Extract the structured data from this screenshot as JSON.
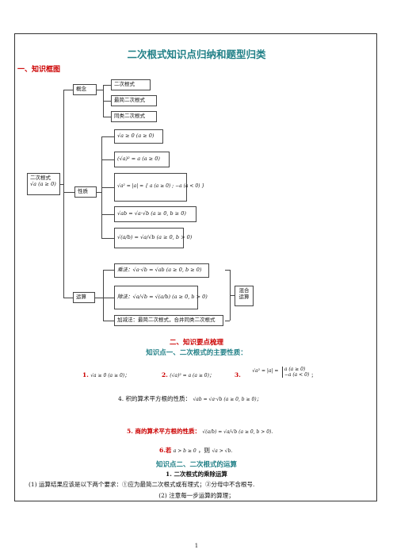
{
  "title": "二次根式知识点归纳和题型归类",
  "section1": "一、知识框图",
  "diagram": {
    "root": "二次根式",
    "root_formula": "√a (a ≥ 0)",
    "concept": "概念",
    "concept_items": [
      "二次根式",
      "最简二次根式",
      "同类二次根式"
    ],
    "property": "性质",
    "property_items": [
      "√a ≥ 0 (a ≥ 0)",
      "(√a)² = a (a ≥ 0)",
      "√a² = |a| = { a (a ≥ 0) ; −a (a < 0) }",
      "√ab = √a·√b (a ≥ 0, b ≥ 0)",
      "√(a/b) = √a/√b (a ≥ 0, b > 0)"
    ],
    "operation": "运算",
    "operation_items": [
      "乘法：√a·√b = √ab (a ≥ 0, b ≥ 0)",
      "除法：√a/√b = √(a/b) (a ≥ 0, b > 0)",
      "加减法：最简二次根式，合并同类二次根式"
    ],
    "mixed": "混合运算"
  },
  "section2": "二、知识要点梳理",
  "point1": "知识点一、二次根式的主要性质：",
  "prop1_num": "1.",
  "prop1": "√a ≥ 0 (a ≥ 0)；",
  "prop2_num": "2.",
  "prop2": "(√a)² = a (a ≥ 0)；",
  "prop3_num": "3.",
  "prop3_main": "√a² = |a| =",
  "prop3_case1": "a  (a ≥ 0)",
  "prop3_case2": "−a (a < 0)",
  "prop3_end": "；",
  "prop4": "4. 积的算术平方根的性质：",
  "prop4_formula": "√ab = √a·√b (a ≥ 0, b ≥ 0)；",
  "prop5": "5. 商的算术平方根的性质：",
  "prop5_formula": "√(a/b) = √a/√b (a ≥ 0, b > 0).",
  "prop6": "6.若",
  "prop6_cond": "a > b ≥ 0",
  "prop6_then": "，则",
  "prop6_res": "√a > √b.",
  "point2": "知识点二、二次根式的运算",
  "sub1": "1. 二次根式的乘除运算",
  "rule1": "(1) 运算结果应该是以下两个要求：①应为最简二次根式或有理式；②分母中不含根号.",
  "rule2": "(2) 注意每一步运算的算理；",
  "page_number": "1"
}
